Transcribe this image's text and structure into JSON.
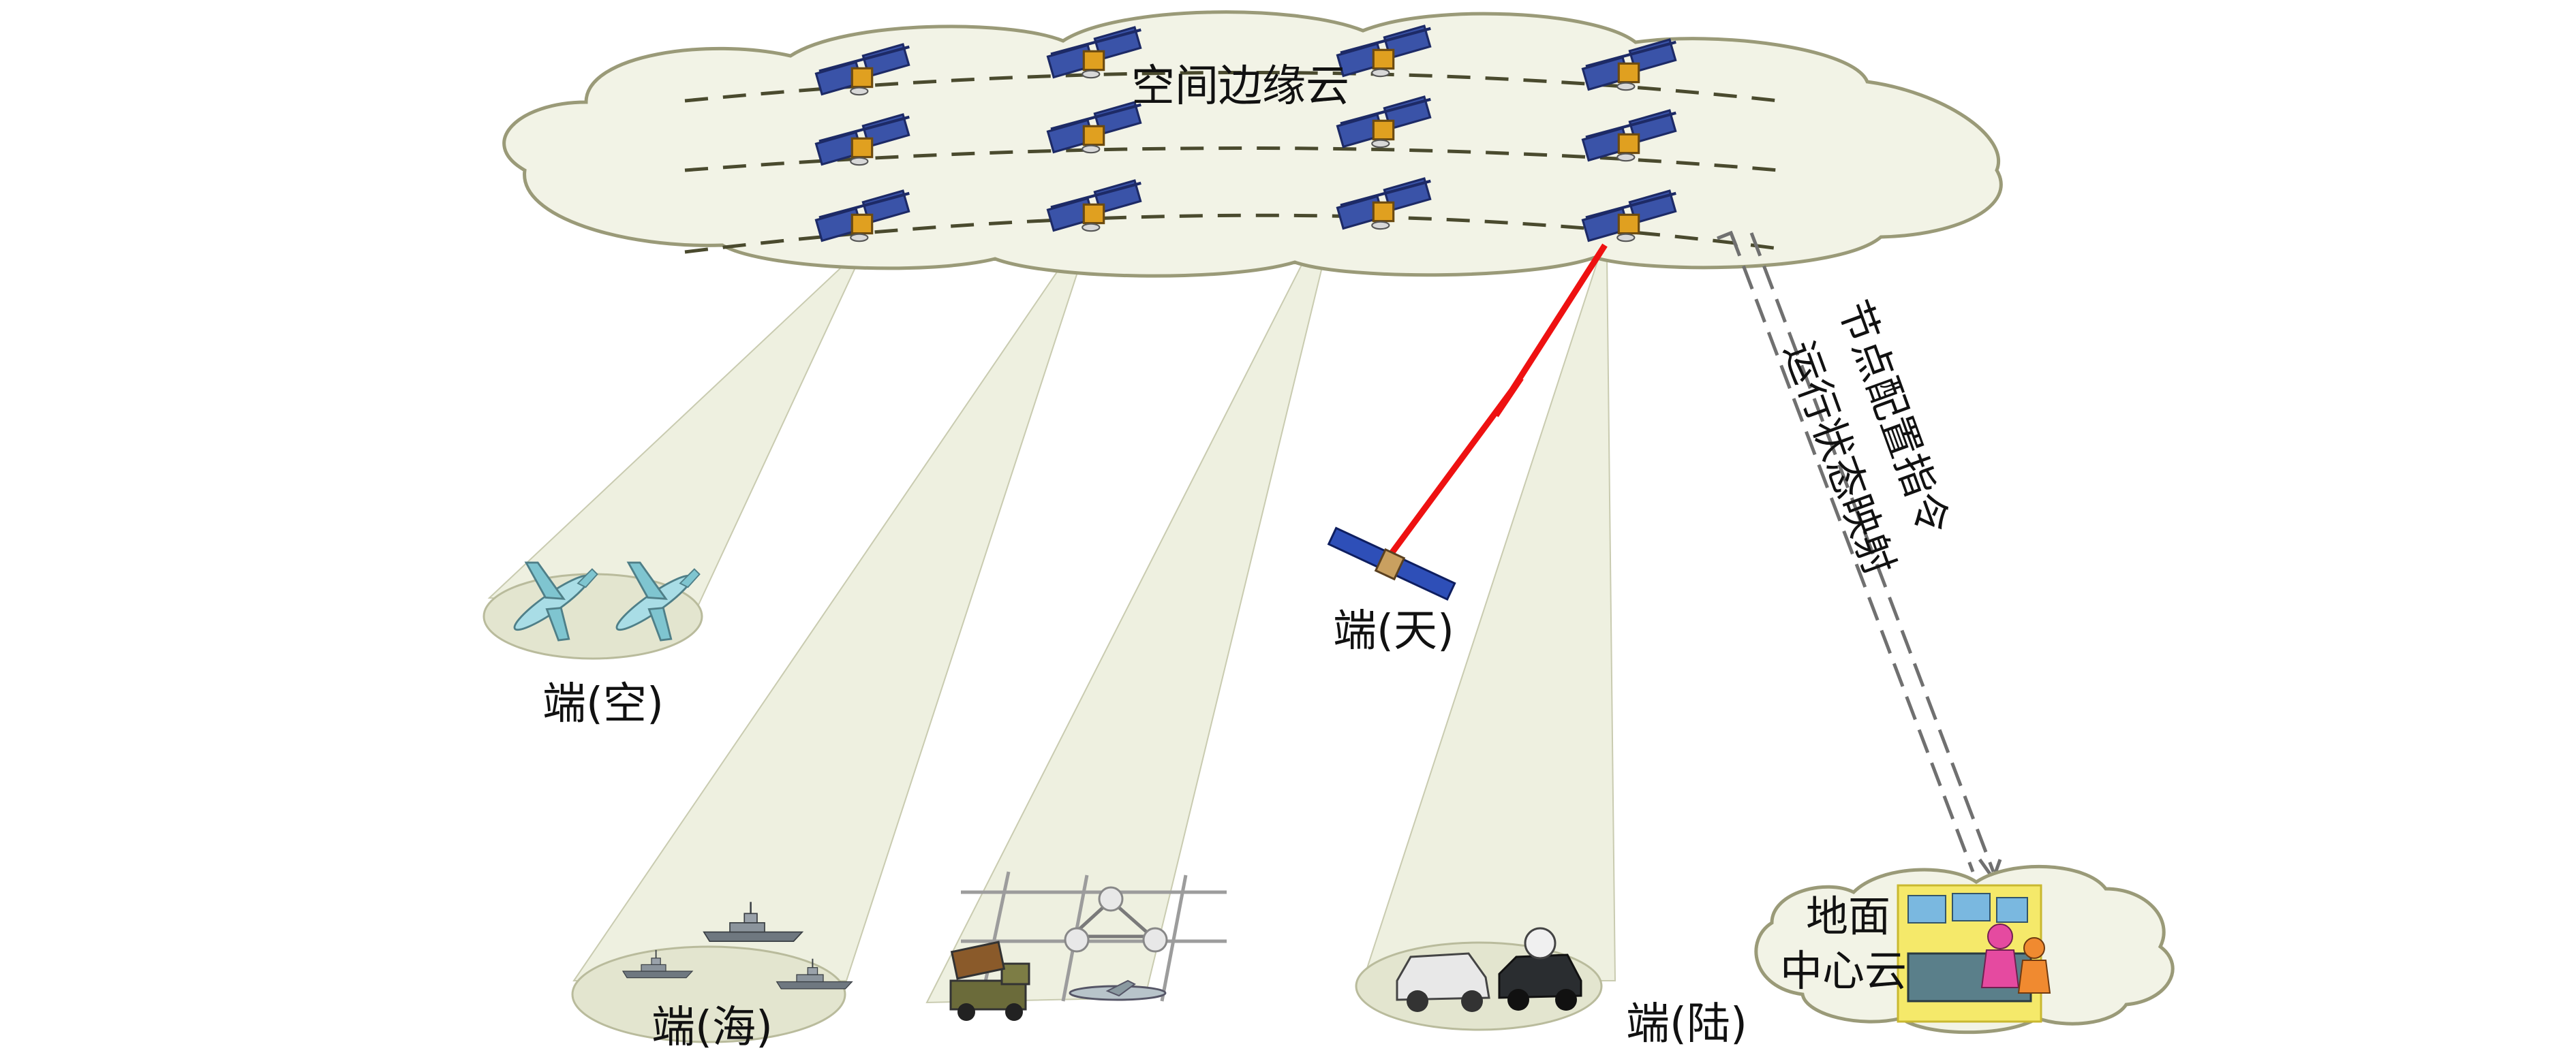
{
  "labels": {
    "space_edge_cloud": "空间边缘云",
    "terminal_air": "端(空)",
    "terminal_sea": "端(海)",
    "terminal_space": "端(天)",
    "terminal_land": "端(陆)",
    "ground_cloud_line1": "地面",
    "ground_cloud_line2": "中心云",
    "node_config_cmd": "节点配置指令",
    "status_mapping": "运行状态映射"
  },
  "colors": {
    "cloud_fill": "#f2f3e6",
    "cloud_stroke": "#9a9a78",
    "beam_fill": "#eef0e0",
    "orbit_dash": "#4a4a2e",
    "link_red": "#ee1111",
    "arrow_gray": "#707070"
  },
  "icons": {
    "satellite": "satellite-icon",
    "aircraft": "aircraft-icon",
    "warship": "warship-icon",
    "radar_vehicle": "radar-vehicle-icon",
    "suv": "suv-icon",
    "control_center": "control-center-icon"
  }
}
